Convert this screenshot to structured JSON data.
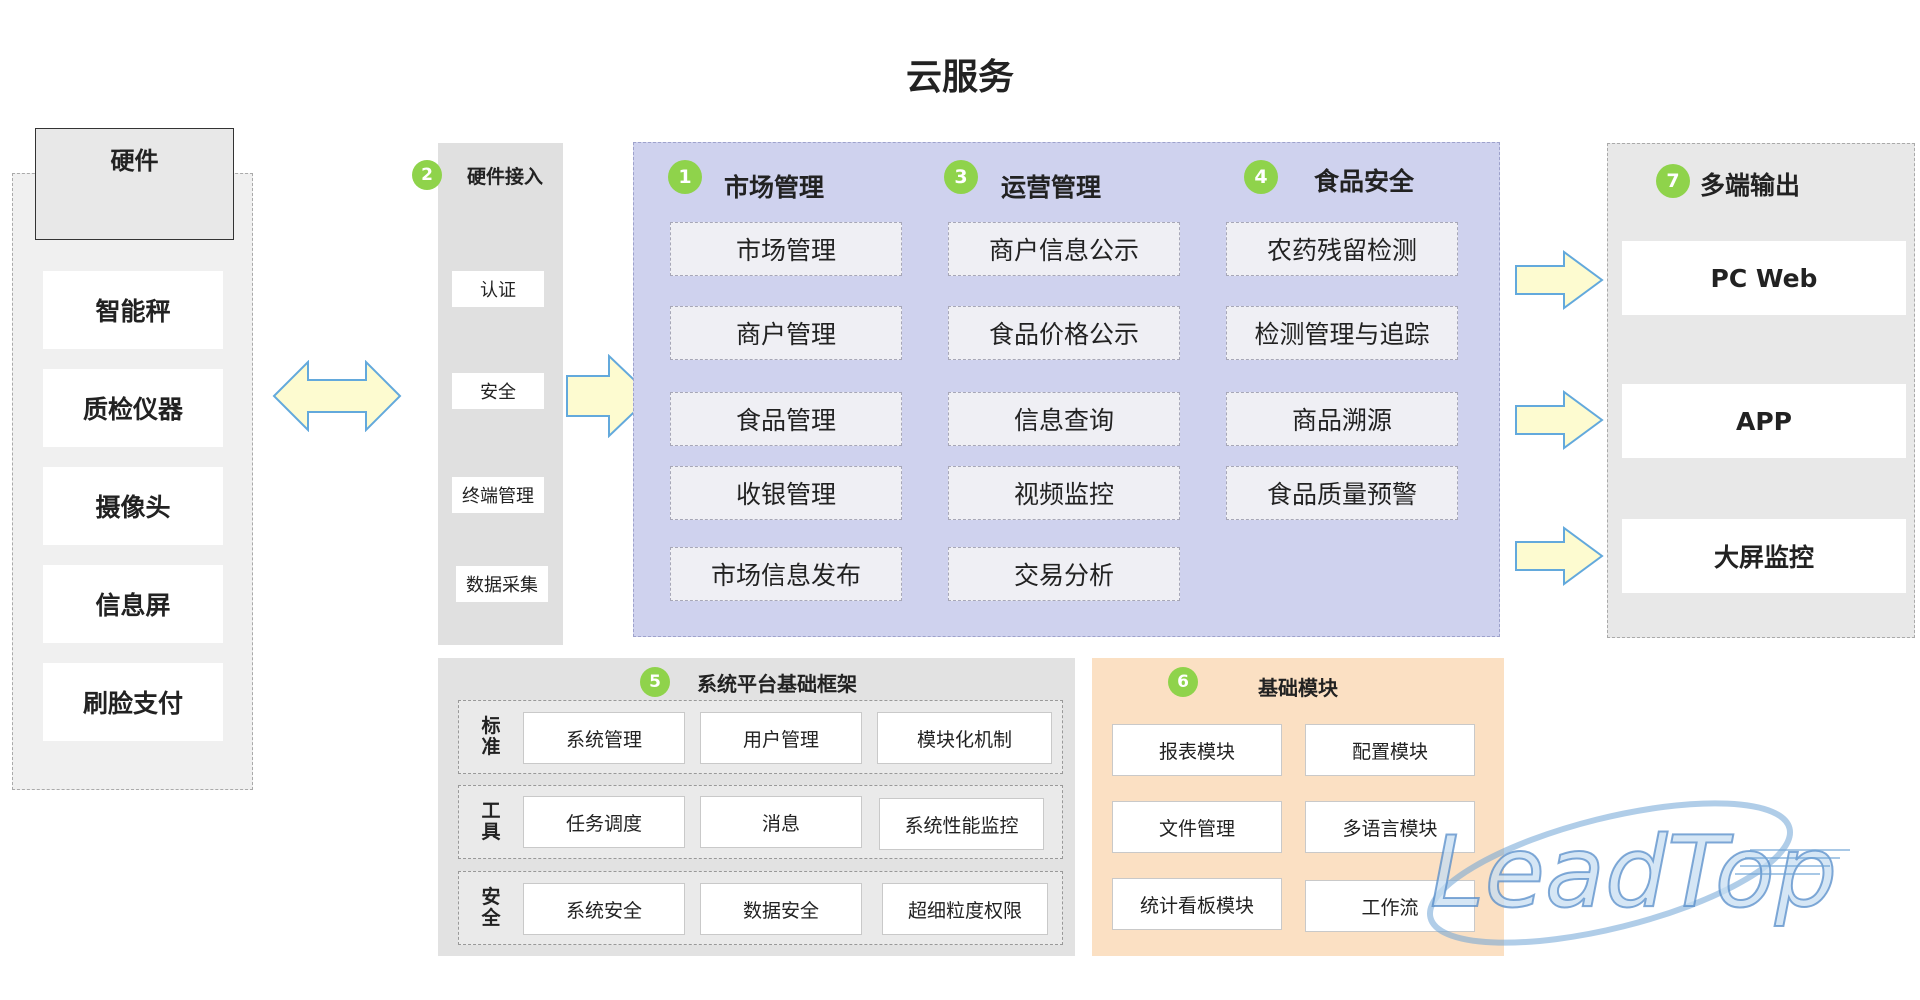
{
  "title": "云服务",
  "hardware": {
    "header": "硬件",
    "items": [
      "智能秤",
      "质检仪器",
      "摄像头",
      "信息屏",
      "刷脸支付"
    ]
  },
  "access": {
    "badge": "2",
    "title": "硬件接入",
    "items": [
      "认证",
      "安全",
      "终端管理",
      "数据采集"
    ]
  },
  "cloud": {
    "sections": [
      {
        "badge": "1",
        "title": "市场管理",
        "items": [
          "市场管理",
          "商户管理",
          "食品管理",
          "收银管理",
          "市场信息发布"
        ]
      },
      {
        "badge": "3",
        "title": "运营管理",
        "items": [
          "商户信息公示",
          "食品价格公示",
          "信息查询",
          "视频监控",
          "交易分析"
        ]
      },
      {
        "badge": "4",
        "title": "食品安全",
        "items": [
          "农药残留检测",
          "检测管理与追踪",
          "商品溯源",
          "食品质量预警"
        ]
      }
    ]
  },
  "output": {
    "badge": "7",
    "title": "多端输出",
    "items": [
      "PC Web",
      "APP",
      "大屏监控"
    ]
  },
  "framework": {
    "badge": "5",
    "title": "系统平台基础框架",
    "rows": [
      {
        "label": "标准",
        "items": [
          "系统管理",
          "用户管理",
          "模块化机制"
        ]
      },
      {
        "label": "工具",
        "items": [
          "任务调度",
          "消息",
          "系统性能监控"
        ]
      },
      {
        "label": "安全",
        "items": [
          "系统安全",
          "数据安全",
          "超细粒度权限"
        ]
      }
    ]
  },
  "basic": {
    "badge": "6",
    "title": "基础模块",
    "items": [
      "报表模块",
      "配置模块",
      "文件管理",
      "多语言模块",
      "统计看板模块",
      "工作流"
    ]
  },
  "watermark": "LeadTop",
  "colors": {
    "cloud_bg": "#cfd2ee",
    "badge": "#8fd34b",
    "arrow_fill": "#fdfbd0",
    "arrow_stroke": "#63a9dc",
    "basic_bg": "#fbe0c3"
  }
}
